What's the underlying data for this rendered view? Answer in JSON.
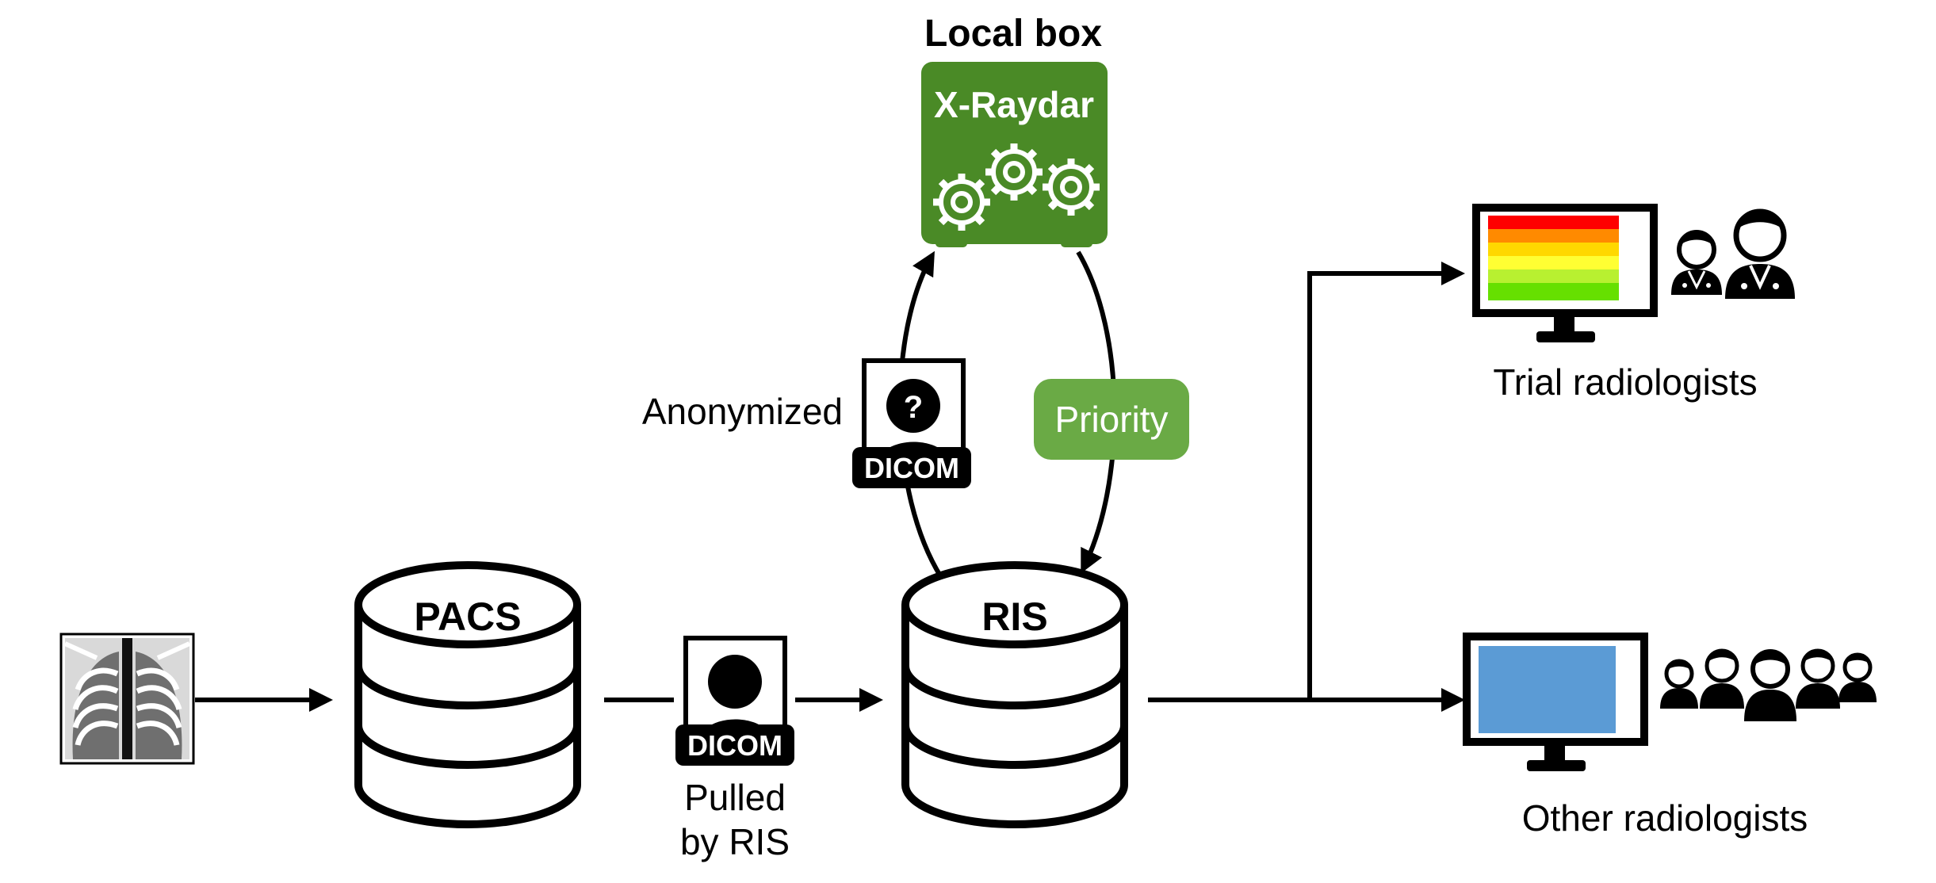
{
  "local_box": {
    "title": "Local box",
    "app_name": "X-Raydar"
  },
  "databases": {
    "pacs": "PACS",
    "ris": "RIS"
  },
  "dicom_label": "DICOM",
  "anonymized_label": "Anonymized",
  "unknown_mark": "?",
  "pulled_label": {
    "line1": "Pulled",
    "line2": "by RIS"
  },
  "priority_label": "Priority",
  "outputs": {
    "trial": "Trial radiologists",
    "other": "Other radiologists"
  },
  "colors": {
    "box_green": "#4a8a26",
    "priority_green": "#6aaa45",
    "screen_blue": "#5b9bd5",
    "priority_bars": [
      "#ff0000",
      "#ff8a00",
      "#ffd800",
      "#ffff33",
      "#b8f030",
      "#66e000"
    ]
  }
}
